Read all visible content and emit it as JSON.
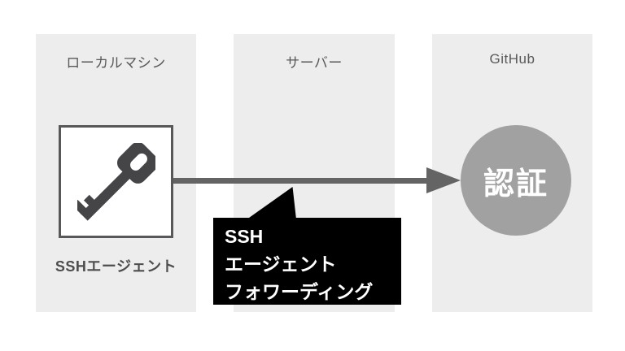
{
  "diagram": {
    "columns": [
      {
        "id": "local-machine",
        "label": "ローカルマシン"
      },
      {
        "id": "server",
        "label": "サーバー"
      },
      {
        "id": "github",
        "label": "GitHub"
      }
    ],
    "key_box_label": "SSHエージェント",
    "circle_label": "認証",
    "bubble_lines": [
      "SSH",
      "エージェント",
      "フォワーディング"
    ],
    "icons": {
      "key": "key-icon",
      "arrow": "arrow-right"
    },
    "colors": {
      "column_bg": "#ededed",
      "arrow": "#646464",
      "box_border": "#58585a",
      "box_fill": "#ffffff",
      "key_icon": "#454547",
      "circle_bg": "#a1a1a1",
      "circle_text": "#ffffff",
      "bubble_bg": "#000000",
      "bubble_text": "#ffffff",
      "header_text": "#595959",
      "label_text": "#4d4d4d"
    }
  }
}
